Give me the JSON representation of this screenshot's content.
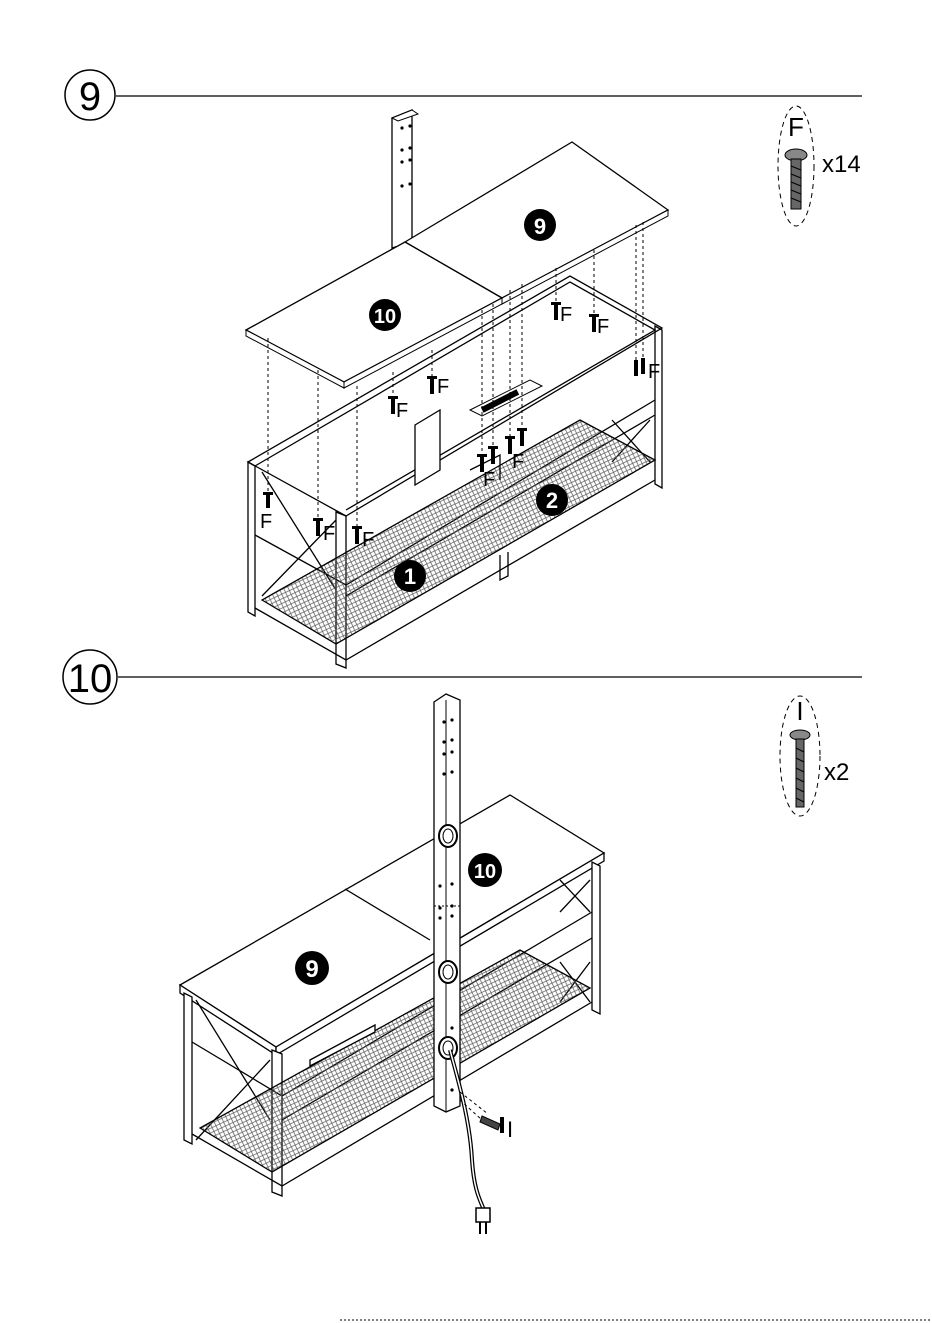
{
  "steps": [
    {
      "number": "9",
      "hardware": {
        "letter": "F",
        "qty": "x14"
      },
      "callout_letter": "F",
      "parts": {
        "top_left": "10",
        "top_right": "9",
        "shelf_front": "1",
        "shelf_back": "2"
      }
    },
    {
      "number": "10",
      "hardware": {
        "letter": "I",
        "qty": "x2"
      },
      "callout_letter": "I",
      "parts": {
        "post": "10",
        "top": "9"
      }
    }
  ],
  "colors": {
    "line": "#000000",
    "fill": "#ffffff",
    "mesh": "#555555"
  }
}
